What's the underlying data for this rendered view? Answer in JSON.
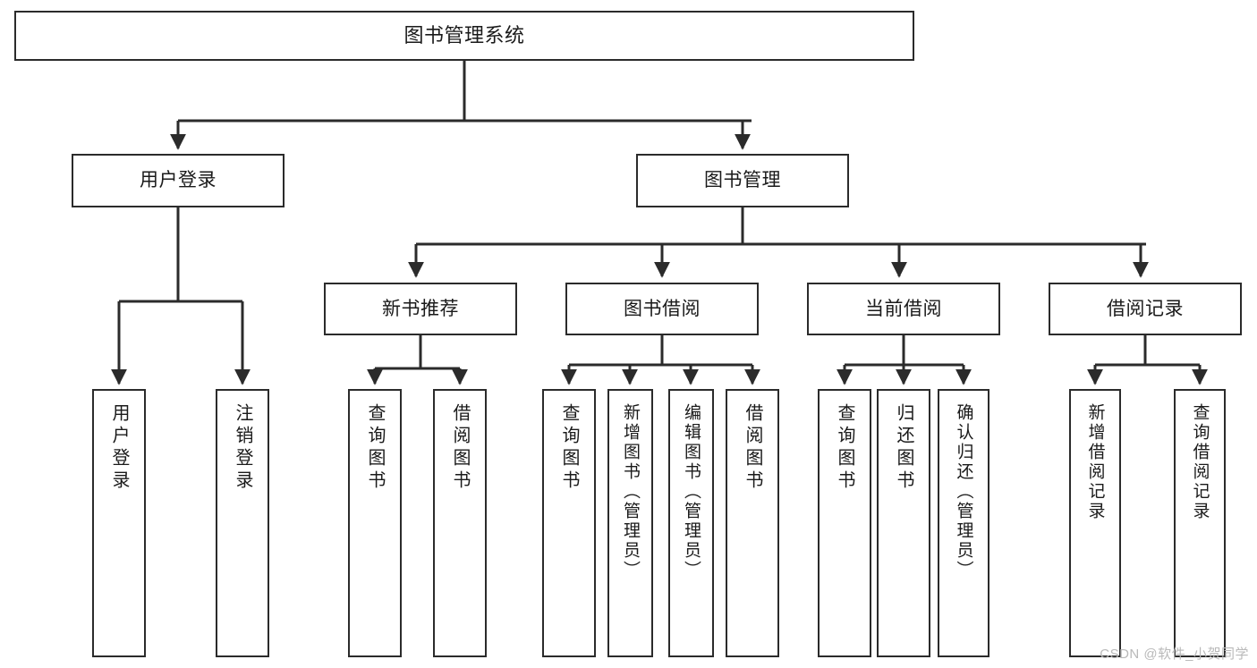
{
  "diagram": {
    "title": "图书管理系统",
    "type": "hierarchy-tree",
    "levels": 4,
    "colors": {
      "box_stroke": "#2b2b2b",
      "box_fill": "#ffffff",
      "edge_stroke": "#2b2b2b",
      "text": "#1a1a1a",
      "background": "#ffffff",
      "watermark": "#b9b9b9"
    },
    "root": {
      "label": "图书管理系统"
    },
    "level2": [
      {
        "label": "用户登录"
      },
      {
        "label": "图书管理"
      }
    ],
    "level3": [
      {
        "label": "新书推荐"
      },
      {
        "label": "图书借阅"
      },
      {
        "label": "当前借阅"
      },
      {
        "label": "借阅记录"
      }
    ],
    "leaves": {
      "user_login": [
        {
          "label": "用户登录"
        },
        {
          "label": "注销登录"
        }
      ],
      "new_book_recommend": [
        {
          "label": "查询图书"
        },
        {
          "label": "借阅图书"
        }
      ],
      "book_borrow": [
        {
          "label": "查询图书"
        },
        {
          "label": "新增图书（管理员）"
        },
        {
          "label": "编辑图书（管理员）"
        },
        {
          "label": "借阅图书"
        }
      ],
      "current_borrow": [
        {
          "label": "查询图书"
        },
        {
          "label": "归还图书"
        },
        {
          "label": "确认归还（管理员）"
        }
      ],
      "borrow_record": [
        {
          "label": "新增借阅记录"
        },
        {
          "label": "查询借阅记录"
        }
      ]
    }
  },
  "watermark": {
    "text": "CSDN @软件_小贺同学"
  }
}
